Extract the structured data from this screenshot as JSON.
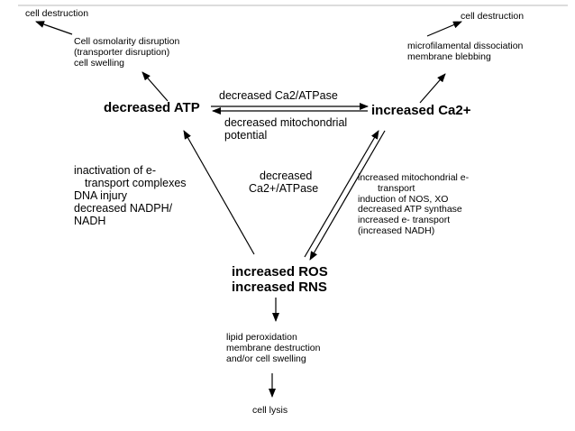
{
  "diagram": {
    "top_left_outcome": "cell destruction",
    "top_right_outcome": "cell destruction",
    "atp_effects": [
      "Cell osmolarity disruption",
      "(transporter disruption)",
      "cell swelling"
    ],
    "calcium_effects": [
      "microfilamental dissociation",
      "membrane blebbing"
    ],
    "atp_node": "decreased ATP",
    "calcium_node": "increased Ca2+",
    "atp_to_calcium_label": "decreased Ca2/ATPase",
    "calcium_to_atp_label": [
      "decreased mitochondrial",
      "potential"
    ],
    "ros_to_atp_label": [
      "inactivation of e-",
      "transport complexes",
      "DNA injury",
      "decreased NADPH/",
      "NADH"
    ],
    "ros_to_calcium_label": [
      "decreased",
      "Ca2+/ATPase"
    ],
    "calcium_to_ros_label": [
      "increased mitochondrial e-",
      "transport",
      "induction of NOS, XO",
      "decreased ATP synthase",
      "increased e- transport",
      "(increased NADH)"
    ],
    "ros_node": [
      "increased ROS",
      "increased RNS"
    ],
    "ros_effects": [
      "lipid peroxidation",
      "membrane destruction",
      "and/or cell swelling"
    ],
    "final_outcome": "cell lysis"
  }
}
